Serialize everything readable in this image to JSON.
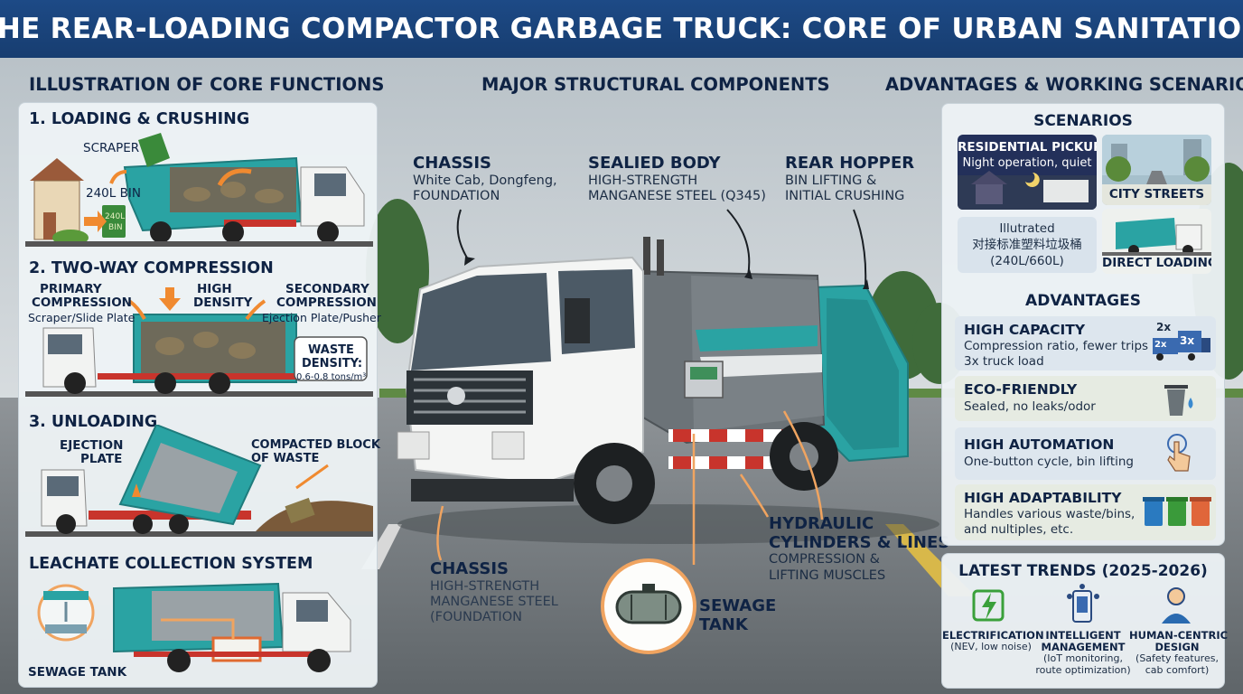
{
  "title": "THE REAR-LOADING COMPACTOR GARBAGE TRUCK: CORE OF URBAN SANITATION",
  "sections": {
    "left": "ILLUSTRATION OF CORE FUNCTIONS",
    "center": "MAJOR STRUCTURAL COMPONENTS",
    "right": "ADVANTAGES & WORKING SCENARIOS"
  },
  "functions": {
    "loading": {
      "title": "1. LOADING & CRUSHING",
      "scraper": "SCRAPER",
      "bin_label": "240L BIN",
      "bin_print_1": "240L",
      "bin_print_2": "BIN"
    },
    "compression": {
      "title": "2. TWO-WAY COMPRESSION",
      "primary_1": "PRIMARY",
      "primary_2": "COMPRESSION",
      "primary_sub": "Scraper/Slide Plate",
      "high_1": "HIGH",
      "high_2": "DENSITY",
      "secondary_1": "SECONDARY",
      "secondary_2": "COMPRESSION",
      "secondary_sub": "Ejection Plate/Pusher",
      "density_1": "WASTE",
      "density_2": "DENSITY:",
      "density_value": "0.6-0.8 tons/m³"
    },
    "unloading": {
      "title": "3. UNLOADING",
      "ejection_1": "EJECTION",
      "ejection_2": "PLATE",
      "block_1": "COMPACTED BLOCK",
      "block_2": "OF WASTE"
    },
    "leachate": {
      "title": "LEACHATE COLLECTION SYSTEM",
      "tank": "SEWAGE TANK"
    }
  },
  "components": {
    "chassis_top": {
      "heading": "CHASSIS",
      "line1": "White Cab, Dongfeng,",
      "line2": "FOUNDATION"
    },
    "body": {
      "heading": "SEALIED BODY",
      "line1": "HIGH-STRENGTH",
      "line2": "MANGANESE STEEL (Q345)"
    },
    "hopper": {
      "heading": "REAR HOPPER",
      "line1": "BIN LIFTING &",
      "line2": "INITIAL CRUSHING"
    },
    "chassis_bottom": {
      "heading": "CHASSIS",
      "line1": "HIGH-STRENGTH",
      "line2": "MANGANESE STEEL",
      "line3": "(FOUNDATION"
    },
    "tank": {
      "line1": "SEWAGE",
      "line2": "TANK"
    },
    "hydraulic": {
      "line1": "HYDRAULIC",
      "line2": "CYLINDERS & LINES",
      "sub1": "COMPRESSION &",
      "sub2": "LIFTING MUSCLES"
    }
  },
  "scenarios": {
    "title": "SCENARIOS",
    "residential": {
      "title": "RESIDENTIAL PICKUP",
      "sub": "Night operation, quiet"
    },
    "streets": {
      "title": "CITY STREETS"
    },
    "illustrated": {
      "line1": "Illutrated",
      "line2": "对接标准塑料垃圾桶",
      "line3": "(240L/660L)"
    },
    "direct": {
      "title": "DIRECT LOADING"
    }
  },
  "advantages": {
    "title": "ADVANTAGES",
    "items": [
      {
        "heading": "HIGH CAPACITY",
        "line1": "Compression ratio, fewer trips",
        "line2": "3x truck load",
        "icon_a": "2x",
        "icon_b": "2x",
        "icon_c": "3x"
      },
      {
        "heading": "ECO-FRIENDLY",
        "line1": "Sealed, no leaks/odor",
        "line2": ""
      },
      {
        "heading": "HIGH AUTOMATION",
        "line1": "One-button cycle, bin lifting",
        "line2": ""
      },
      {
        "heading": "HIGH ADAPTABILITY",
        "line1": "Handles various waste/bins,",
        "line2": "and nultiples, etc."
      }
    ]
  },
  "trends": {
    "title": "LATEST TRENDS (2025-2026)",
    "items": [
      {
        "h1": "ELECTRIFICATION",
        "h2": "",
        "s1": "(NEV, low noise)",
        "s2": ""
      },
      {
        "h1": "INTELLIGENT",
        "h2": "MANAGEMENT",
        "s1": "(IoT monitoring,",
        "s2": "route optimization)"
      },
      {
        "h1": "HUMAN-CENTRIC",
        "h2": "DESIGN",
        "s1": "(Safety features,",
        "s2": "cab comfort)"
      }
    ]
  },
  "colors": {
    "navy": "#173d70",
    "teal": "#2a9fa0",
    "orange": "#f0a460",
    "red": "#c8342c"
  }
}
